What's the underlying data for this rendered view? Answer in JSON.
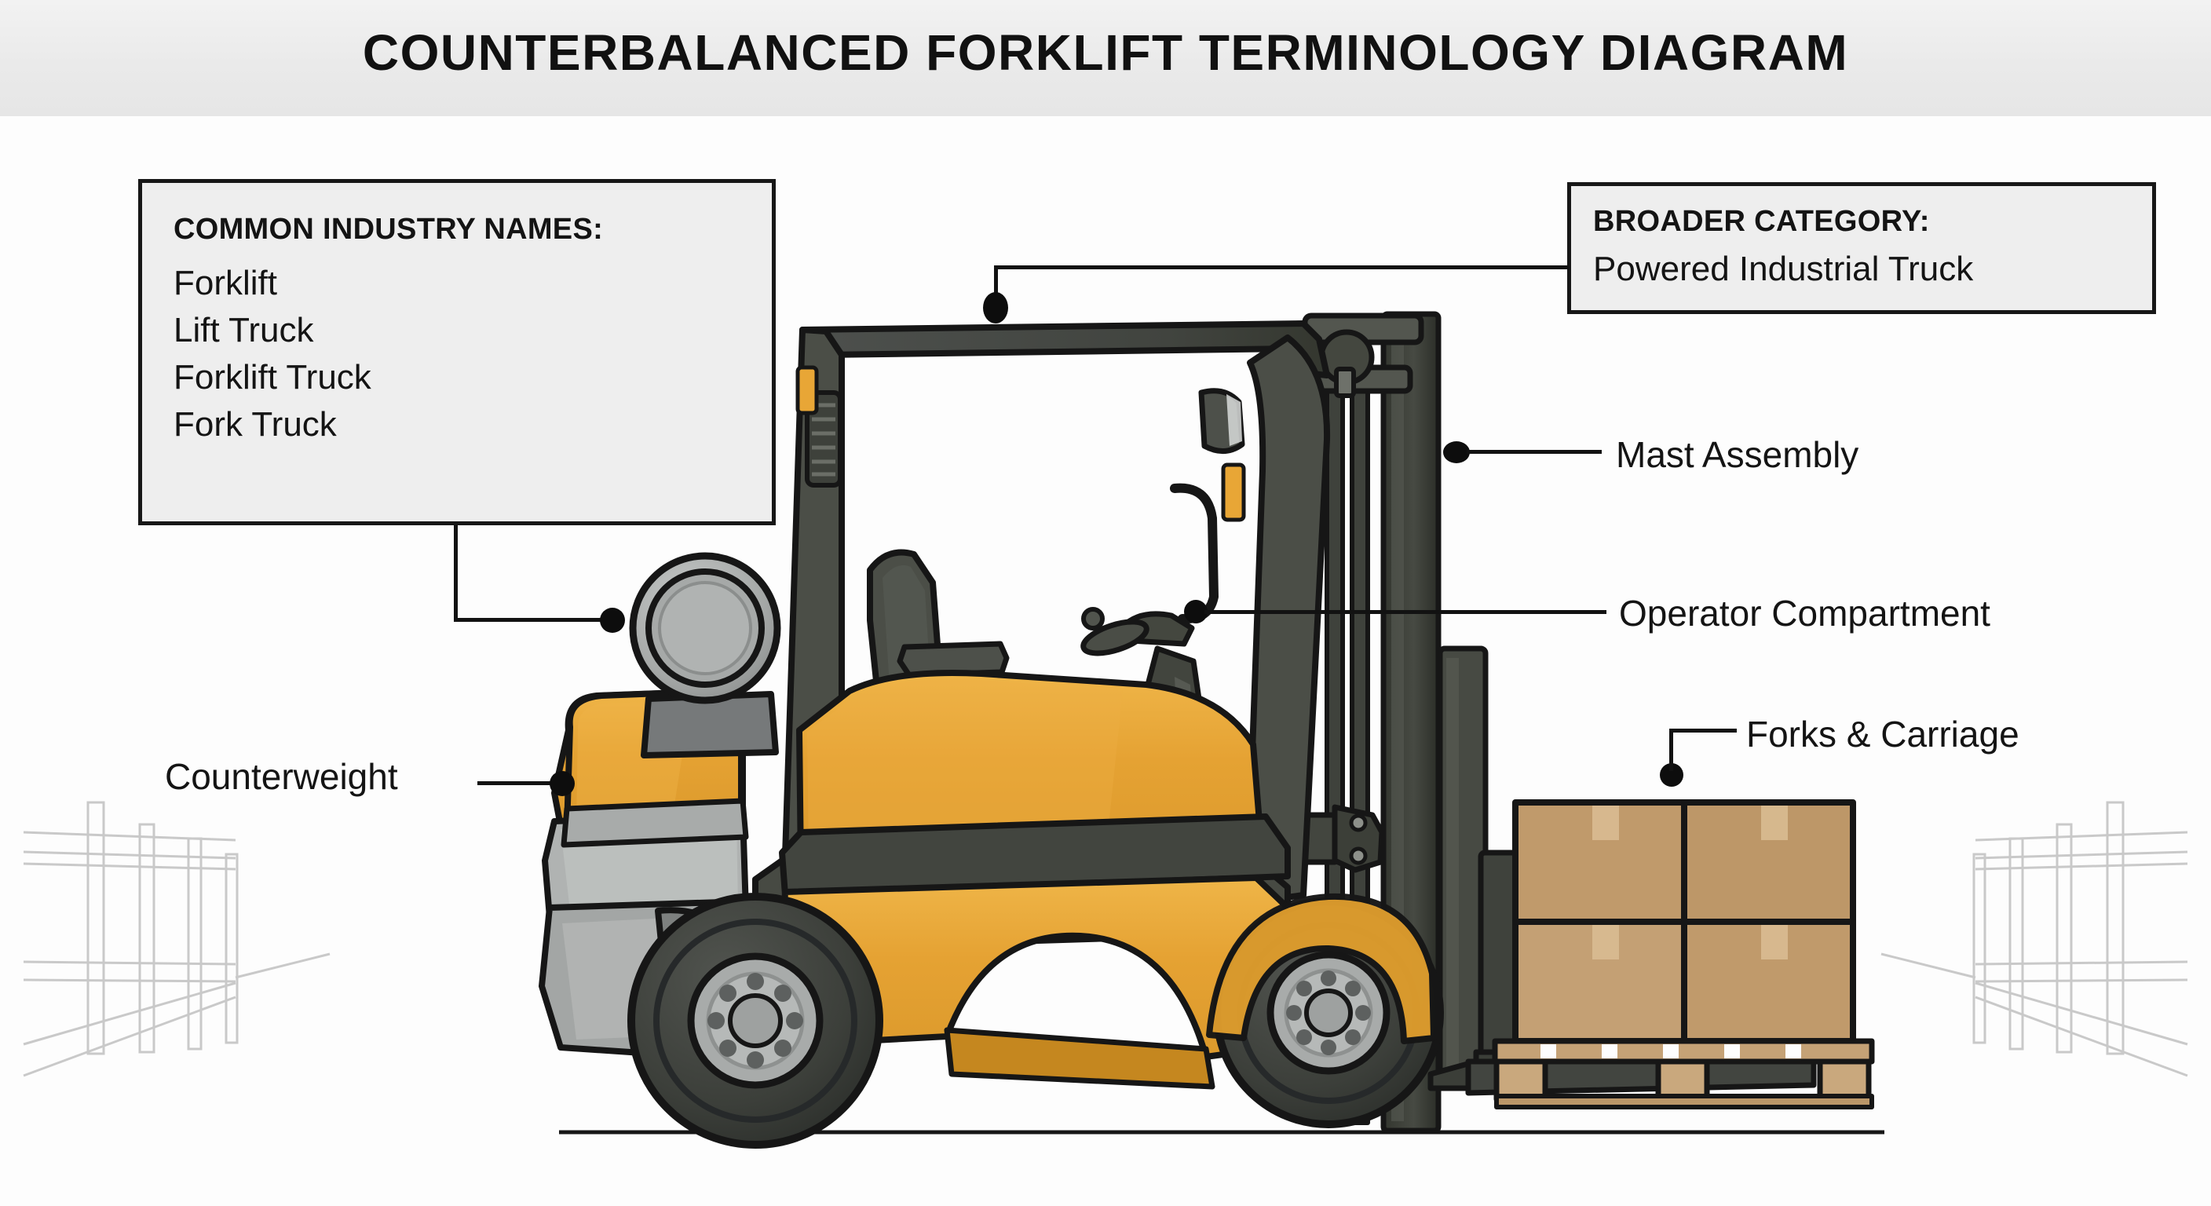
{
  "header": {
    "title": "COUNTERBALANCED FORKLIFT TERMINOLOGY DIAGRAM"
  },
  "callouts": {
    "industry_names": {
      "heading": "COMMON INDUSTRY NAMES:",
      "items": [
        "Forklift",
        "Lift Truck",
        "Forklift Truck",
        "Fork Truck"
      ]
    },
    "broader_category": {
      "heading": "BROADER CATEGORY:",
      "value": "Powered Industrial Truck"
    }
  },
  "labels": {
    "counterweight": "Counterweight",
    "mast_assembly": "Mast Assembly",
    "operator_compartment": "Operator Compartment",
    "forks_carriage": "Forks & Carriage"
  },
  "colors": {
    "body_orange": "#e5a233",
    "body_orange_light": "#efb548",
    "body_orange_dark": "#c5871f",
    "dark_grey": "#474a46",
    "darker_grey": "#3a3d3a",
    "mid_grey": "#9a9d9c",
    "light_grey": "#b9bcbb",
    "tire_dark": "#3b3d3c",
    "rim_grey": "#a8abaa",
    "carton": "#c09a6b",
    "carton_tape": "#d9b98e",
    "outline": "#161616",
    "rack_grey": "#c9c9c9",
    "panel_bg": "#eeeeee",
    "header_band": "#ececec"
  },
  "scene": {
    "ground_line": true,
    "racking_left": true,
    "racking_right": true,
    "pallet_boxes": 4
  }
}
